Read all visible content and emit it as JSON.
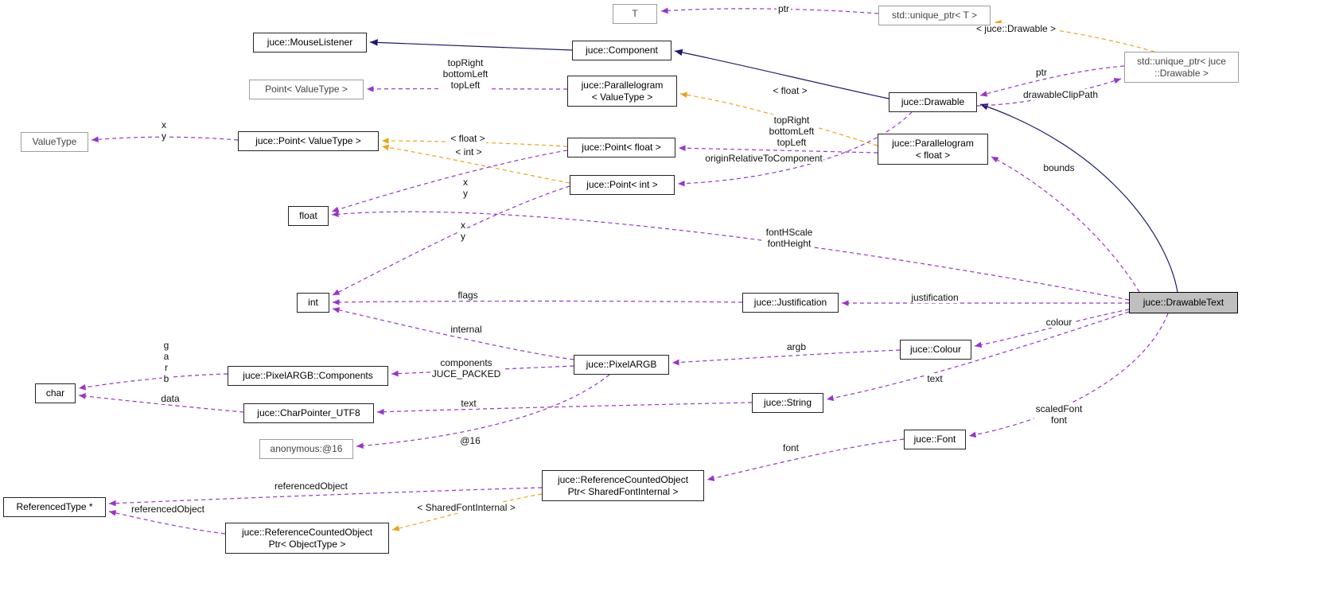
{
  "diagram": {
    "subject": "juce::DrawableText",
    "type": "collaboration-graph",
    "colors": {
      "usage_edge": "#9a32cd",
      "template_edge": "#eda413",
      "inheritance_edge": "#191970",
      "subject_fill": "#bfbfbf",
      "node_fill": "#ffffff",
      "node_border": "#242424",
      "external_node_border": "#9e9e9e"
    }
  },
  "nodes": [
    {
      "id": "T",
      "label": "T"
    },
    {
      "id": "std-unique-ptr-T",
      "label": "std::unique_ptr< T >"
    },
    {
      "id": "juce-MouseListener",
      "label": "juce::MouseListener"
    },
    {
      "id": "juce-Component",
      "label": "juce::Component"
    },
    {
      "id": "std-unique-ptr-juce-Drawable",
      "label": "std::unique_ptr< juce\n::Drawable >"
    },
    {
      "id": "Point-ValueType",
      "label": "Point< ValueType >"
    },
    {
      "id": "juce-Parallelogram-ValueType",
      "label": "juce::Parallelogram\n< ValueType >"
    },
    {
      "id": "juce-Drawable",
      "label": "juce::Drawable"
    },
    {
      "id": "ValueType",
      "label": "ValueType"
    },
    {
      "id": "juce-Point-ValueType",
      "label": "juce::Point< ValueType >"
    },
    {
      "id": "juce-Point-float",
      "label": "juce::Point< float >"
    },
    {
      "id": "juce-Parallelogram-float",
      "label": "juce::Parallelogram\n< float >"
    },
    {
      "id": "juce-Point-int",
      "label": "juce::Point< int >"
    },
    {
      "id": "float",
      "label": "float"
    },
    {
      "id": "int",
      "label": "int"
    },
    {
      "id": "juce-Justification",
      "label": "juce::Justification"
    },
    {
      "id": "juce-DrawableText",
      "label": "juce::DrawableText"
    },
    {
      "id": "juce-Colour",
      "label": "juce::Colour"
    },
    {
      "id": "juce-PixelARGB",
      "label": "juce::PixelARGB"
    },
    {
      "id": "juce-PixelARGB-Components",
      "label": "juce::PixelARGB::Components"
    },
    {
      "id": "char",
      "label": "char"
    },
    {
      "id": "juce-CharPointer-UTF8",
      "label": "juce::CharPointer_UTF8"
    },
    {
      "id": "juce-String",
      "label": "juce::String"
    },
    {
      "id": "juce-Font",
      "label": "juce::Font"
    },
    {
      "id": "anonymous-16",
      "label": "anonymous:@16"
    },
    {
      "id": "juce-ReferenceCountedObjectPtr-SharedFontInternal",
      "label": "juce::ReferenceCountedObject\nPtr< SharedFontInternal >"
    },
    {
      "id": "ReferencedType-ptr",
      "label": "ReferencedType *"
    },
    {
      "id": "juce-ReferenceCountedObjectPtr-ObjectType",
      "label": "juce::ReferenceCountedObject\nPtr< ObjectType >"
    }
  ],
  "edges": [
    {
      "name": "unique-ptr-t-to-t",
      "label": "ptr",
      "type": "usage"
    },
    {
      "name": "unique-ptr-drawable-template",
      "label": "< juce::Drawable >",
      "type": "template"
    },
    {
      "name": "parallelogram-vt-points",
      "label": "topRight\nbottomLeft\ntopLeft",
      "type": "usage"
    },
    {
      "name": "point-vt-xy",
      "label": "x\ny",
      "type": "usage"
    },
    {
      "name": "point-float-template",
      "label": "< float >",
      "type": "template"
    },
    {
      "name": "point-int-template",
      "label": "< int >",
      "type": "template"
    },
    {
      "name": "parallelogram-float-points",
      "label": "topRight\nbottomLeft\ntopLeft",
      "type": "usage"
    },
    {
      "name": "parallelogram-float-template",
      "label": "< float >",
      "type": "template"
    },
    {
      "name": "drawable-origin",
      "label": "originRelativeToComponent",
      "type": "usage"
    },
    {
      "name": "point-float-xy",
      "label": "x\ny",
      "type": "usage"
    },
    {
      "name": "point-int-xy",
      "label": "x\ny",
      "type": "usage"
    },
    {
      "name": "drawabletext-fontscale",
      "label": "fontHScale\nfontHeight",
      "type": "usage"
    },
    {
      "name": "justification-flags",
      "label": "flags",
      "type": "usage"
    },
    {
      "name": "drawabletext-justification",
      "label": "justification",
      "type": "usage"
    },
    {
      "name": "pixelargb-internal",
      "label": "internal",
      "type": "usage"
    },
    {
      "name": "drawabletext-bounds",
      "label": "bounds",
      "type": "usage"
    },
    {
      "name": "unique-ptr-drawable-ptr",
      "label": "ptr",
      "type": "usage"
    },
    {
      "name": "drawable-clip-path",
      "label": "drawableClipPath",
      "type": "usage"
    },
    {
      "name": "drawabletext-colour",
      "label": "colour",
      "type": "usage"
    },
    {
      "name": "colour-argb",
      "label": "argb",
      "type": "usage"
    },
    {
      "name": "pixelargb-components",
      "label": "components\nJUCE_PACKED",
      "type": "usage"
    },
    {
      "name": "components-garb",
      "label": "g\na\nr\nb",
      "type": "usage"
    },
    {
      "name": "charpointer-data",
      "label": "data",
      "type": "usage"
    },
    {
      "name": "string-text",
      "label": "text",
      "type": "usage"
    },
    {
      "name": "drawabletext-text",
      "label": "text",
      "type": "usage"
    },
    {
      "name": "drawabletext-fonts",
      "label": "scaledFont\nfont",
      "type": "usage"
    },
    {
      "name": "pixelargb-union",
      "label": "@16",
      "type": "usage"
    },
    {
      "name": "font-font",
      "label": "font",
      "type": "usage"
    },
    {
      "name": "refptr-sfi-referenced-object",
      "label": "referencedObject",
      "type": "usage"
    },
    {
      "name": "refptr-objecttype-referenced-object",
      "label": "referencedObject",
      "type": "usage"
    },
    {
      "name": "refptr-template",
      "label": "< SharedFontInternal >",
      "type": "template"
    }
  ]
}
